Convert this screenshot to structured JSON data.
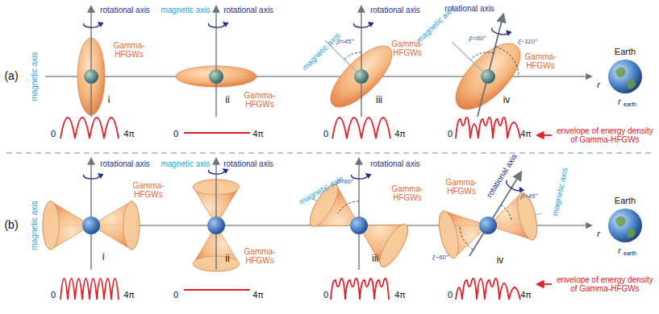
{
  "diagram": {
    "labels": [
      "(a)",
      "rotational axis",
      "magnetic axis",
      "Gamma-HFGWs",
      "i",
      "0",
      "4π",
      "magnetic axis",
      "rotational axis",
      "Gamma-HFGWs",
      "ii",
      "0",
      "4π",
      "magnetic axis",
      "rotational axis",
      "β=45°",
      "Gamma-HFGWs",
      "iii",
      "0",
      "4π",
      "rotational axis",
      "magnetic axis",
      "β=60°",
      "ξ~110°",
      "Gamma-HFGWs",
      "iv",
      "0",
      "4π",
      "r",
      "Earth",
      "r",
      "earth",
      "envelope of energy density of Gamma-HFGWs",
      "(b)",
      "rotational axis",
      "magnetic axis",
      "Gamma-HFGWs",
      "i",
      "0",
      "4π",
      "magnetic axis",
      "rotational axis",
      "Gamma-HFGWs",
      "ii",
      "0",
      "4π",
      "magnetic axis",
      "rotational axis",
      "β=60°",
      "Gamma-HFGWs",
      "iii",
      "0",
      "4π",
      "rotational axis",
      "magnetic axis",
      "β=45°",
      "ξ~60°",
      "Gamma-HFGWs",
      "iv",
      "0",
      "4π",
      "r",
      "Earth",
      "r",
      "earth",
      "envelope of energy density of Gamma-HFGWs"
    ]
  }
}
